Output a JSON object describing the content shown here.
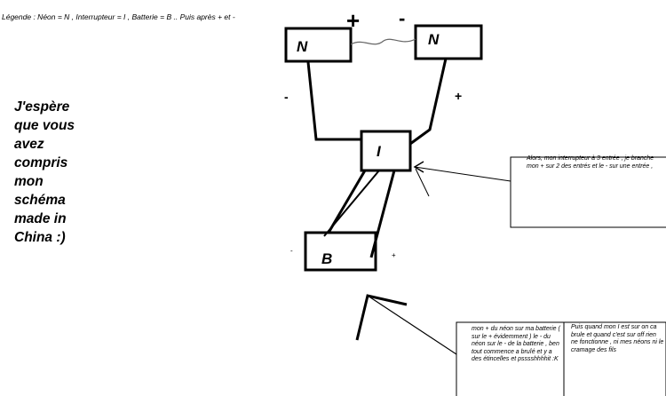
{
  "legend_text": "Légende :   Néon = N , Interrupteur = I , Batterie = B .. Puis après + et -",
  "note_text": "J'espère que vous avez compris mon schéma made in China :)",
  "components": {
    "neon_left": "N",
    "neon_right": "N",
    "switch": "I",
    "battery": "B"
  },
  "signs": {
    "top_plus": "+",
    "top_minus": "-",
    "left_minus": "-",
    "right_plus": "+",
    "battery_left": "-",
    "battery_right": "+"
  },
  "callout_switch": "Alors, mon interrupteur à 3 entrée , je branche mon + sur 2 des entrés et le - sur une entrée ,",
  "callout_bottom_left": "mon + du néon sur ma batterie ( sur le + évidemment ) le - du néon sur le - de la batterie , ben tout commence a bruîé et y a des étincelles et psssshhhhit :K",
  "callout_bottom_right": "Puis quand mon I est sur on ca brule et quand c'est sur off rien ne fonctionne , ni mes néons ni le cramage des fils"
}
